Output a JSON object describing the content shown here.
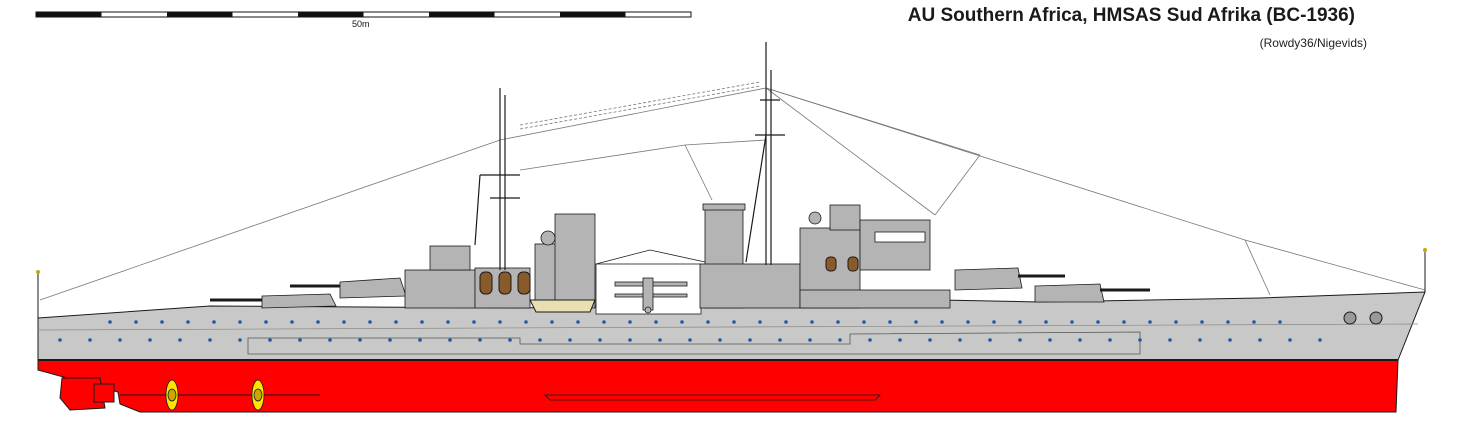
{
  "title": "AU Southern Africa, HMSAS Sud Afrika (BC-1936)",
  "credit": "(Rowdy36/Nigevids)",
  "scale": {
    "label": "50m",
    "segments": 10
  },
  "colors": {
    "hull_upper": "#c8c8c8",
    "hull_lower": "#ff0000",
    "superstructure": "#b4b4b4",
    "outline": "#1a1a1a",
    "propeller": "#ffe400",
    "porthole": "#1e5aa8",
    "boat": "#e8e0b0"
  },
  "icons": [
    "ship-profile",
    "propeller-icon",
    "aircraft-icon",
    "lifeboat-icon"
  ]
}
